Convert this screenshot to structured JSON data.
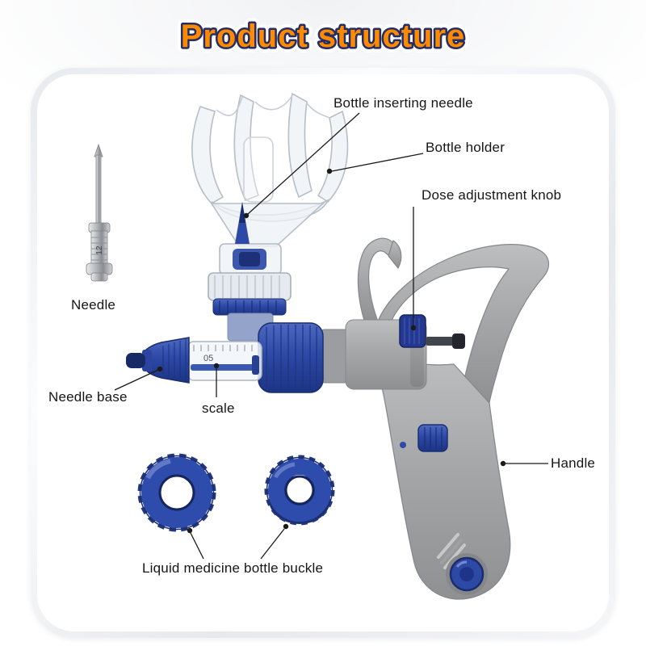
{
  "title": "Product structure",
  "card": {
    "callouts": [
      {
        "id": "bottle-inserting-needle",
        "label": "Bottle inserting needle"
      },
      {
        "id": "bottle-holder",
        "label": "Bottle holder"
      },
      {
        "id": "dose-adjustment-knob",
        "label": "Dose adjustment knob"
      },
      {
        "id": "needle",
        "label": "Needle"
      },
      {
        "id": "needle-base",
        "label": "Needle base"
      },
      {
        "id": "scale",
        "label": "scale"
      },
      {
        "id": "handle",
        "label": "Handle"
      },
      {
        "id": "liquid-medicine-bottle-buckle",
        "label": "Liquid medicine bottle buckle"
      }
    ],
    "product_markings": {
      "barrel_scale_text": "05",
      "needle_hub_text": "12"
    }
  },
  "colors": {
    "title_fill": "#FF8A00",
    "title_outline": "#232E66",
    "accent_blue": "#2C49A6",
    "dark_blue": "#1B2D6D",
    "handle_gray": "#A7A9AB",
    "label_text": "#161616",
    "background": "#FFFFFF"
  }
}
